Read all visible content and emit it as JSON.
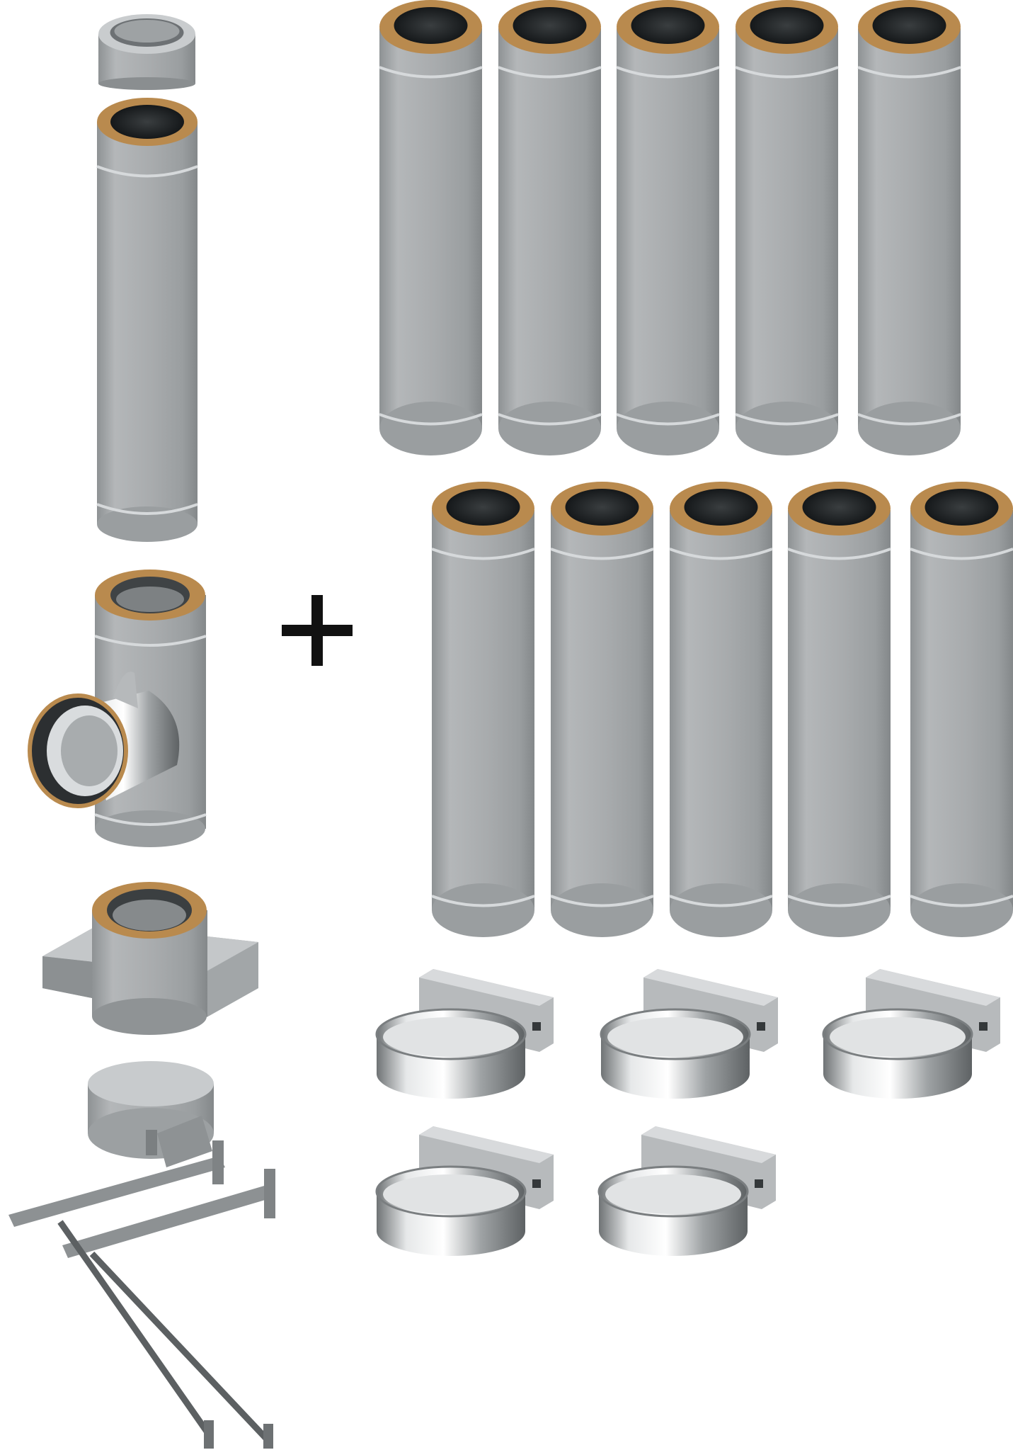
{
  "image": {
    "subject": "chimney-flue-kit",
    "colors": {
      "background": "#ffffff",
      "steel": "#a9acae",
      "steel_dark": "#7f8386",
      "steel_light": "#cfd2d4",
      "insulation": "#b98a4e",
      "plus": "#111111"
    }
  },
  "kit": {
    "plus_icon": "plus-icon",
    "left_column": [
      "top-cap",
      "pipe-section",
      "tee-connector",
      "ceiling-support-plate",
      "condensate-cap",
      "wall-bracket-pair"
    ],
    "pipe_counts": {
      "top_row": 5,
      "middle_row": 5
    },
    "clamp_counts": {
      "top_row": 3,
      "bottom_row": 2
    }
  }
}
